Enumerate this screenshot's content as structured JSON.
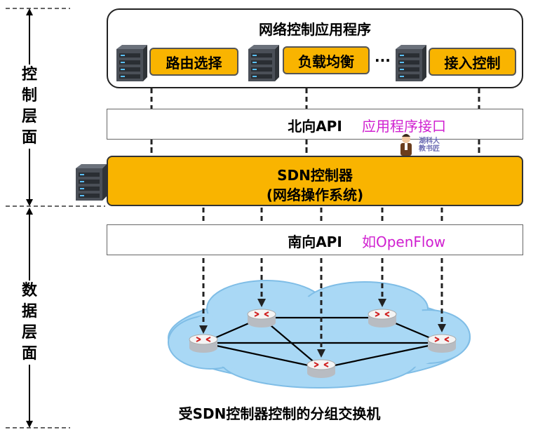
{
  "control_plane_label": "控制层面",
  "data_plane_label": "数据层面",
  "app_layer": {
    "title": "网络控制应用程序",
    "apps": [
      "路由选择",
      "负载均衡",
      "接入控制"
    ],
    "ellipsis": "···"
  },
  "northbound": {
    "label": "北向API",
    "note": "应用程序接口"
  },
  "controller": {
    "line1": "SDN控制器",
    "line2": "(网络操作系统)"
  },
  "southbound": {
    "label": "南向API",
    "note": "如OpenFlow"
  },
  "caption": "受SDN控制器控制的分组交换机",
  "watermark": [
    "湖科大",
    "教书匠"
  ],
  "colors": {
    "accent_orange": "#f9b400",
    "note_magenta": "#d020d0",
    "cloud": "#a9d8f5"
  }
}
